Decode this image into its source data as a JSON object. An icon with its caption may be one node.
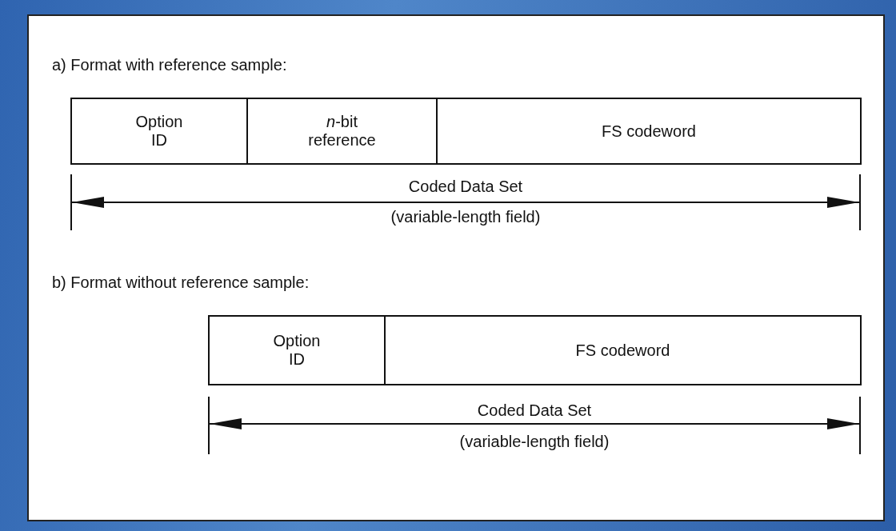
{
  "diagram": {
    "nodes": [
      {
        "text": [
          "Option ID"
        ]
      },
      {
        "text": [
          "*n*-bit reference"
        ]
      },
      {
        "text": [
          "FS codeword"
        ]
      },
      {
        "text": [
          "Option ID"
        ]
      },
      {
        "text": [
          "FS codeword"
        ]
      }
    ],
    "labels": [
      "a) Format with reference sample:",
      "Coded Data Set",
      "(variable-length field)",
      "b) Format without reference sample:",
      "Coded Data Set",
      "(variable-length field)"
    ]
  }
}
